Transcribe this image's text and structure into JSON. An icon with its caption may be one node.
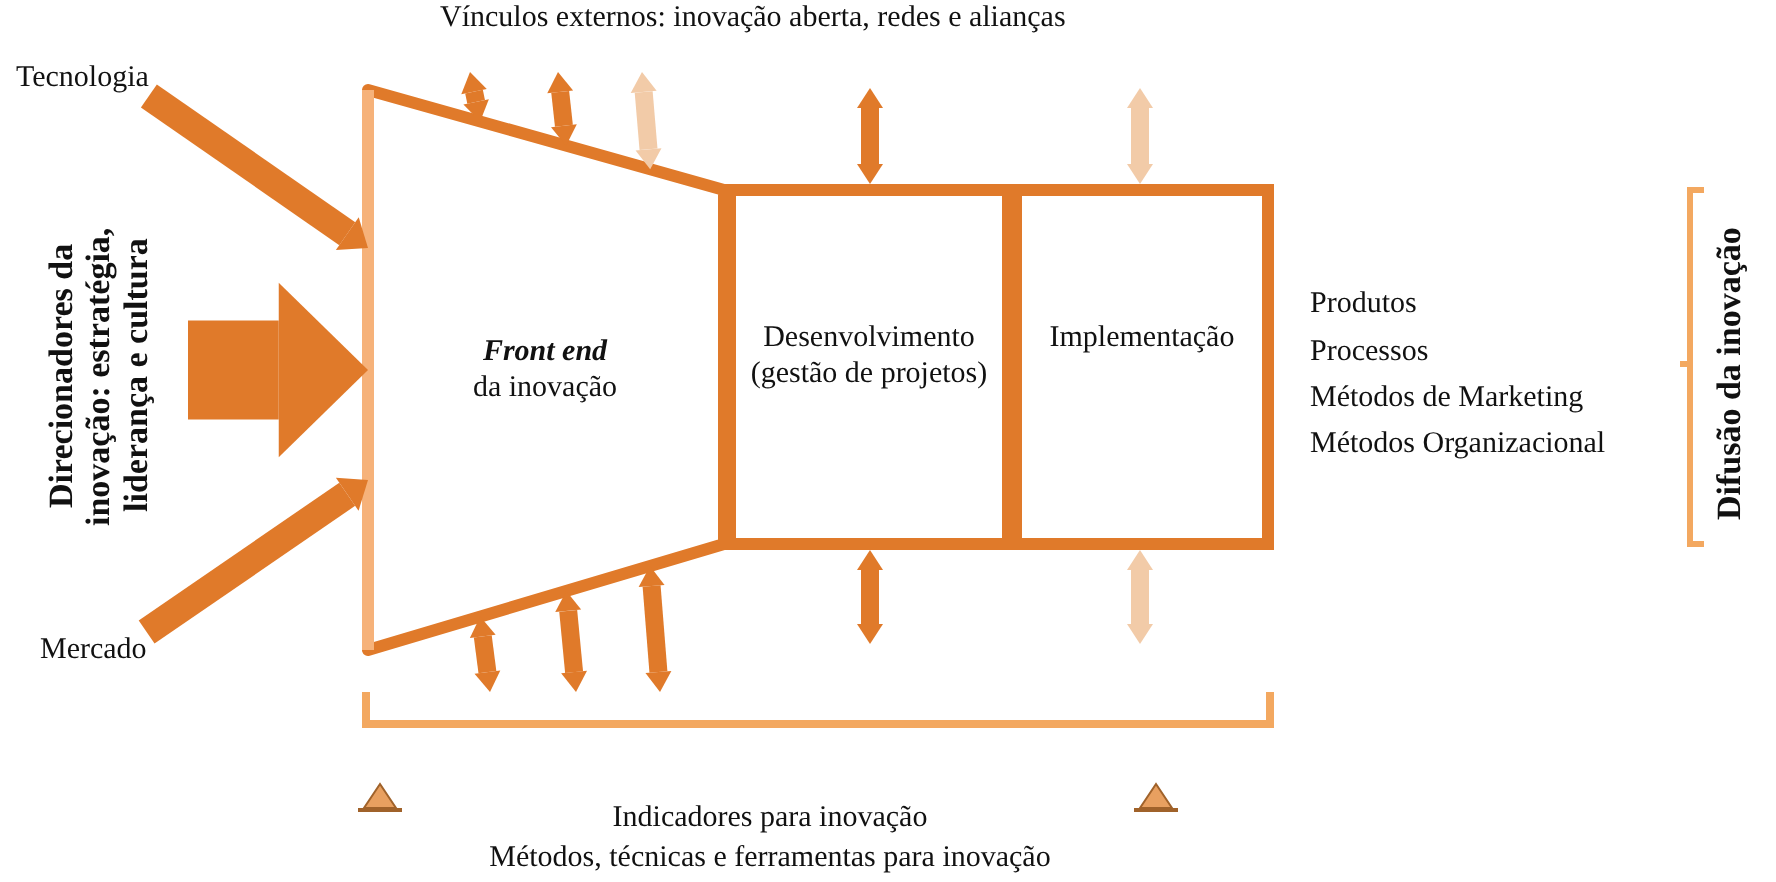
{
  "diagram": {
    "nodes": [
      {
        "text": [
          "Tecnologia"
        ]
      },
      {
        "text": [
          "Mercado"
        ]
      },
      {
        "text": [
          "Direcionadores da inovação: estratégia, liderança e cultura"
        ]
      },
      {
        "text": [
          "Front end",
          "da inovação"
        ]
      },
      {
        "text": [
          "Desenvolvimento (gestão de projetos)"
        ]
      },
      {
        "text": [
          "Implementação"
        ]
      },
      {
        "text": [
          "Difusão da inovação"
        ]
      }
    ],
    "edges": [
      {
        "from": 0,
        "to": 3,
        "arrow": "to"
      },
      {
        "from": 1,
        "to": 3,
        "arrow": "to"
      },
      {
        "from": 2,
        "to": 3,
        "arrow": "to",
        "style": "thick"
      },
      {
        "from": null,
        "to": 3,
        "arrow": "both"
      },
      {
        "from": null,
        "to": 3,
        "arrow": "both"
      },
      {
        "from": null,
        "to": 3,
        "arrow": "both",
        "color": "#f2cba8"
      },
      {
        "from": 3,
        "to": null,
        "arrow": "both"
      },
      {
        "from": 3,
        "to": null,
        "arrow": "both"
      },
      {
        "from": 3,
        "to": null,
        "arrow": "both"
      },
      {
        "from": null,
        "to": 4,
        "arrow": "both"
      },
      {
        "from": 4,
        "to": null,
        "arrow": "both"
      },
      {
        "from": null,
        "to": 5,
        "arrow": "both",
        "color": "#f2cba8"
      },
      {
        "from": 5,
        "to": null,
        "arrow": "both",
        "color": "#f2cba8"
      }
    ],
    "labels": [
      "Vínculos externos: inovação aberta, redes e alianças",
      "Produtos",
      "Processos",
      "Métodos de Marketing",
      "Métodos Organizacional",
      "Indicadores para inovação",
      "Métodos, técnicas e ferramentas para inovação"
    ]
  }
}
